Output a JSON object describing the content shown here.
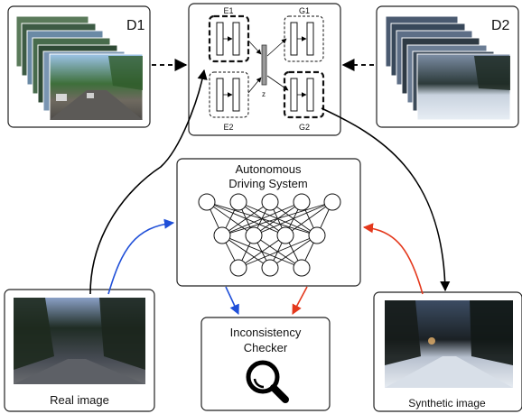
{
  "labels": {
    "d1": "D1",
    "d2": "D2",
    "e1": "E1",
    "e2": "E2",
    "g1": "G1",
    "g2": "G2",
    "z": "z",
    "ads_line1": "Autonomous",
    "ads_line2": "Driving System",
    "checker_line1": "Inconsistency",
    "checker_line2": "Checker",
    "real_image": "Real image",
    "synthetic_image": "Synthetic image"
  },
  "icons": {
    "checker": "magnifier-icon"
  },
  "colors": {
    "real_arrow": "#1f4fd8",
    "synthetic_arrow": "#e4381c",
    "gan_arrow": "#000000"
  }
}
